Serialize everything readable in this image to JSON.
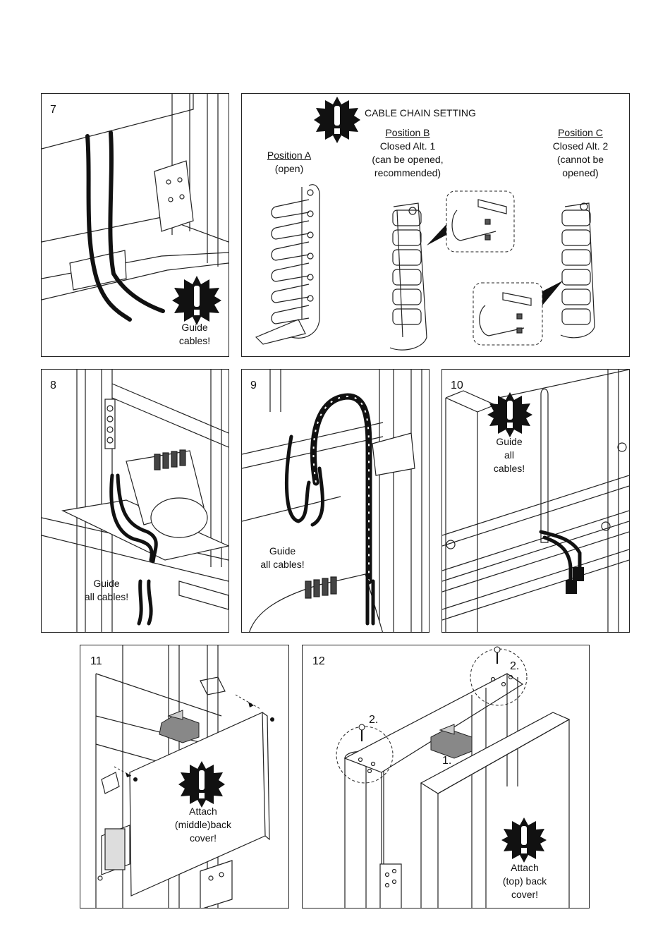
{
  "steps": {
    "s7": {
      "number": "7",
      "note_line1": "Guide",
      "note_line2": "cables!"
    },
    "s8": {
      "number": "8",
      "note_line1": "Guide",
      "note_line2": "all cables!"
    },
    "s9": {
      "number": "9",
      "note_line1": "Guide",
      "note_line2": "all cables!"
    },
    "s10": {
      "number": "10",
      "note_line1": "Guide",
      "note_line2": "all",
      "note_line3": "cables!"
    },
    "s11": {
      "number": "11",
      "note_line1": "Attach",
      "note_line2": "(middle)back",
      "note_line3": "cover!"
    },
    "s12": {
      "number": "12",
      "note_line1": "Attach",
      "note_line2": "(top) back",
      "note_line3": "cover!",
      "callout1": "1.",
      "callout2a": "2.",
      "callout2b": "2."
    }
  },
  "cable_chain": {
    "title": "CABLE CHAIN SETTING",
    "position_a": {
      "name": "Position A",
      "line1": "(open)"
    },
    "position_b": {
      "name": "Position B",
      "line1": "Closed Alt. 1",
      "line2": "(can be opened,",
      "line3": "recommended)"
    },
    "position_c": {
      "name": "Position C",
      "line1": "Closed Alt. 2",
      "line2": "(cannot be",
      "line3": "opened)"
    }
  }
}
